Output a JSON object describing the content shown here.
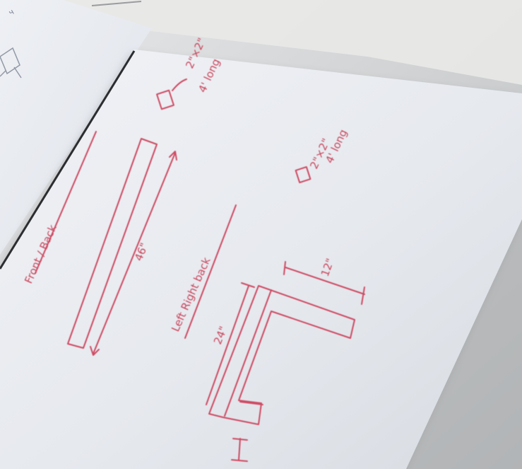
{
  "photo": {
    "subject": "Hand-drawn red ink sketch on paper",
    "ink_color": "#cf4a62",
    "paper_color": "#e6e9ee"
  },
  "sketch": {
    "stock_note_a_dim": "2\"×2\"",
    "stock_note_a_sub": "4' long",
    "stock_note_b_dim": "2\"×2\"",
    "stock_note_b_sub": "4' long",
    "front_back_label": "Front / Back",
    "long_rail_dim": "46\"",
    "left_right_label": "Left  Right  back",
    "arm_dim": "12\"",
    "leg_dim": "24\""
  }
}
